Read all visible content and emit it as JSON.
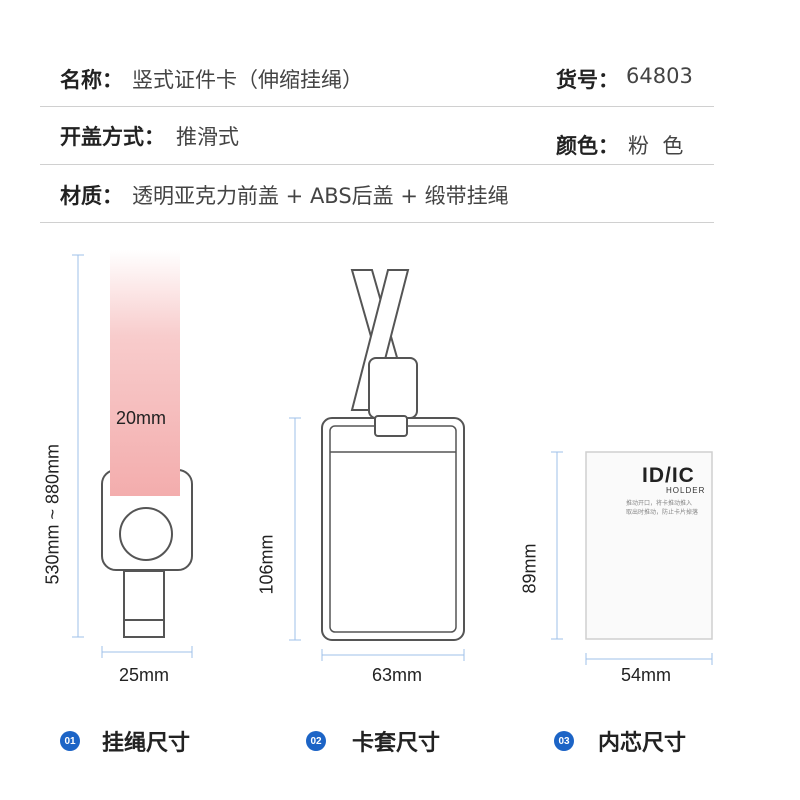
{
  "specs": {
    "name_label": "名称：",
    "name_value": "竖式证件卡（伸缩挂绳）",
    "sku_label": "货号：",
    "sku_value": "64803",
    "open_label": "开盖方式：",
    "open_value": "推滑式",
    "color_label": "颜色：",
    "color_value": "粉  色",
    "material_label": "材质：",
    "material_value": "透明亚克力前盖 + ABS后盖 + 缎带挂绳"
  },
  "lanyard": {
    "strap_width": "20mm",
    "length": "530mm ~ 880mm",
    "body_width": "25mm",
    "strap_color": "#f4b3b3"
  },
  "holder": {
    "height": "106mm",
    "width": "63mm"
  },
  "insert": {
    "height": "89mm",
    "width": "54mm",
    "logo": "ID/IC",
    "logo_sub": "HOLDER",
    "note_line1": "推动开口，将卡推动推入",
    "note_line2": "取出时推动，防止卡片掉落"
  },
  "sections": [
    {
      "num": "01",
      "title": "挂绳尺寸"
    },
    {
      "num": "02",
      "title": "卡套尺寸"
    },
    {
      "num": "03",
      "title": "内芯尺寸"
    }
  ],
  "colors": {
    "accent": "#1c64c6",
    "outline": "#555555",
    "dimension_line": "#9fc0ea"
  }
}
